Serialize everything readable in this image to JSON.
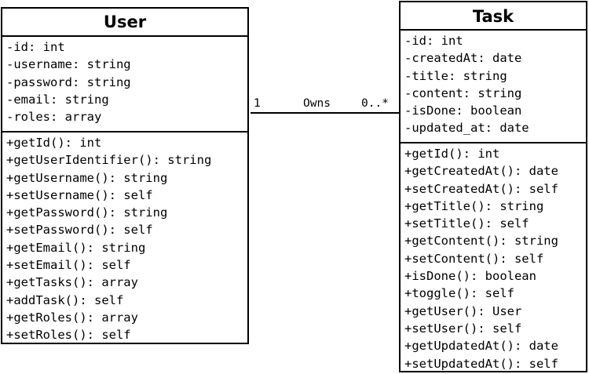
{
  "classes": {
    "user": {
      "name": "User",
      "attributes": [
        "-id: int",
        "-username: string",
        "-password: string",
        "-email: string",
        "-roles: array"
      ],
      "methods": [
        "+getId(): int",
        "+getUserIdentifier(): string",
        "+getUsername(): string",
        "+setUsername(): self",
        "+getPassword(): string",
        "+setPassword(): self",
        "+getEmail(): string",
        "+setEmail(): self",
        "+getTasks(): array",
        "+addTask(): self",
        "+getRoles(): array",
        "+setRoles(): self"
      ]
    },
    "task": {
      "name": "Task",
      "attributes": [
        "-id: int",
        "-createdAt: date",
        "-title: string",
        "-content: string",
        "-isDone: boolean",
        "-updated_at: date"
      ],
      "methods": [
        "+getId(): int",
        "+getCreatedAt(): date",
        "+setCreatedAt(): self",
        "+getTitle(): string",
        "+setTitle(): self",
        "+getContent(): string",
        "+setContent(): self",
        "+isDone(): boolean",
        "+toggle(): self",
        "+getUser(): User",
        "+setUser(): self",
        "+getUpdatedAt(): date",
        "+setUpdatedAt(): self"
      ]
    }
  },
  "association": {
    "source_multiplicity": "1",
    "name": "Owns",
    "target_multiplicity": "0..*"
  }
}
